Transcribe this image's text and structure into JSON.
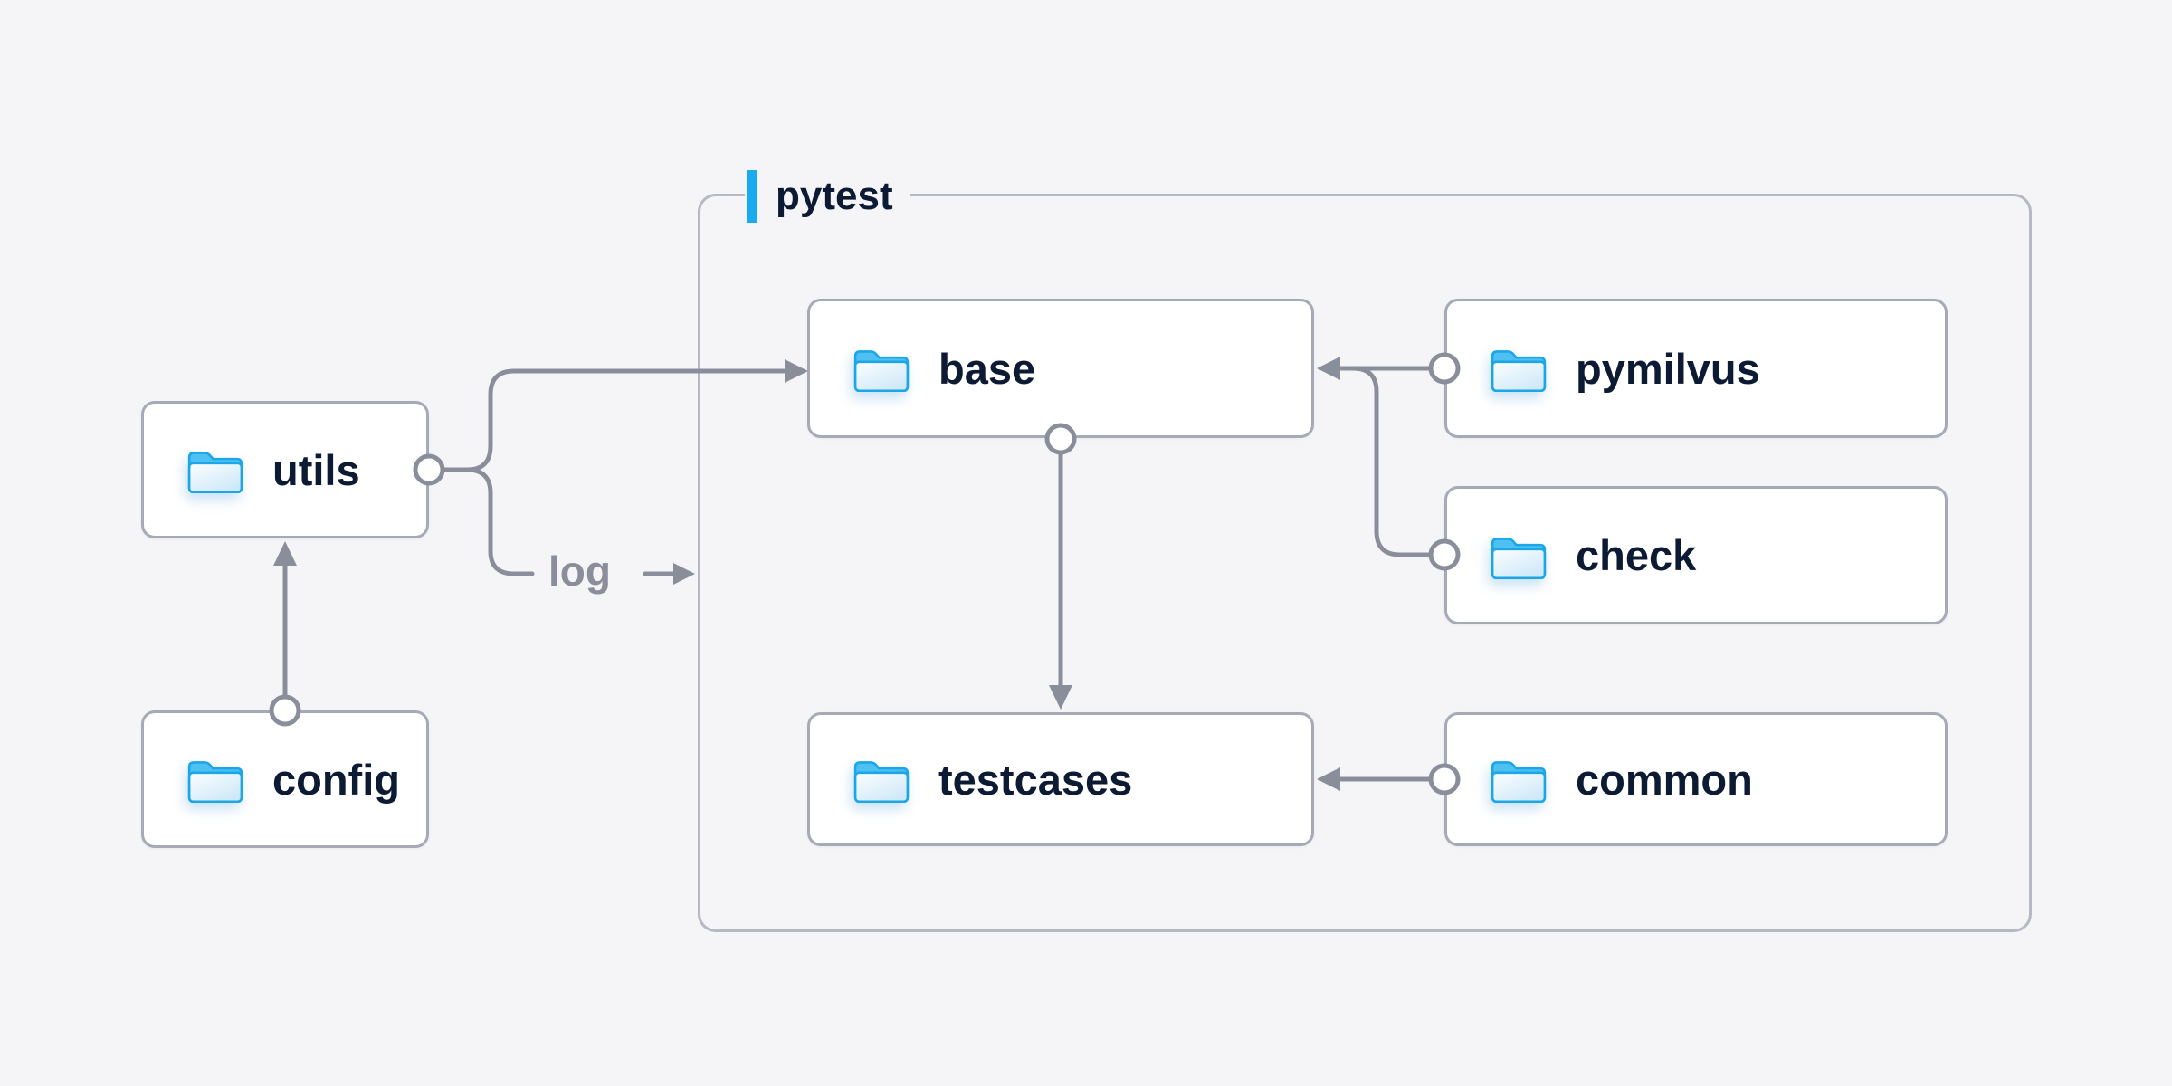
{
  "colors": {
    "page-bg": "#f5f5f7",
    "node-bg": "#ffffff",
    "node-border": "#a6aab6",
    "container-border": "#b6b8c4",
    "text-navy": "#0d1a33",
    "connector-gray": "#8a8e9b",
    "accent-blue": "#18abf2",
    "folder-stroke": "#1ba6e8",
    "folder-tab": "#4fc0f2",
    "folder-body-light": "#fbfeff",
    "folder-body-shade": "#cfe8f8"
  },
  "diagram": {
    "group_label": "pytest",
    "edge_label": "log",
    "nodes": [
      {
        "id": "utils",
        "label": "utils"
      },
      {
        "id": "config",
        "label": "config"
      },
      {
        "id": "base",
        "label": "base"
      },
      {
        "id": "pymilvus",
        "label": "pymilvus"
      },
      {
        "id": "check",
        "label": "check"
      },
      {
        "id": "testcases",
        "label": "testcases"
      },
      {
        "id": "common",
        "label": "common"
      }
    ],
    "edges": [
      {
        "from": "config",
        "to": "utils"
      },
      {
        "from": "utils",
        "to": "base"
      },
      {
        "from": "utils",
        "to": "pytest",
        "label": "log"
      },
      {
        "from": "pymilvus",
        "to": "base"
      },
      {
        "from": "check",
        "to": "base"
      },
      {
        "from": "base",
        "to": "testcases"
      },
      {
        "from": "common",
        "to": "testcases"
      }
    ]
  }
}
